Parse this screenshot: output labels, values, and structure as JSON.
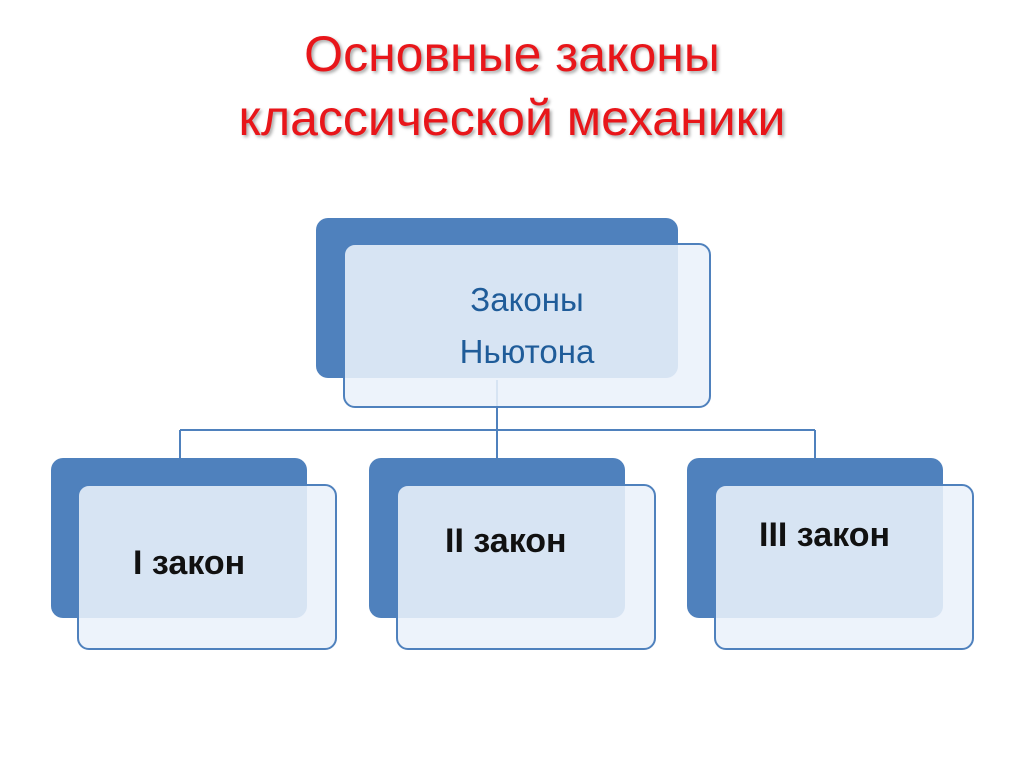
{
  "colors": {
    "title": "#e8161a",
    "back_box": "#4f81bd",
    "front_border": "#4f81bd",
    "root_text": "#1f5c99",
    "child_text": "#111111",
    "connector": "#4f81bd"
  },
  "title": {
    "line1": "Основные законы",
    "line2": "классической механики"
  },
  "diagram": {
    "root": {
      "line1": "Законы",
      "line2": "Ньютона"
    },
    "children": [
      {
        "label": "I закон"
      },
      {
        "label": "II закон"
      },
      {
        "label": "III закон"
      }
    ]
  }
}
